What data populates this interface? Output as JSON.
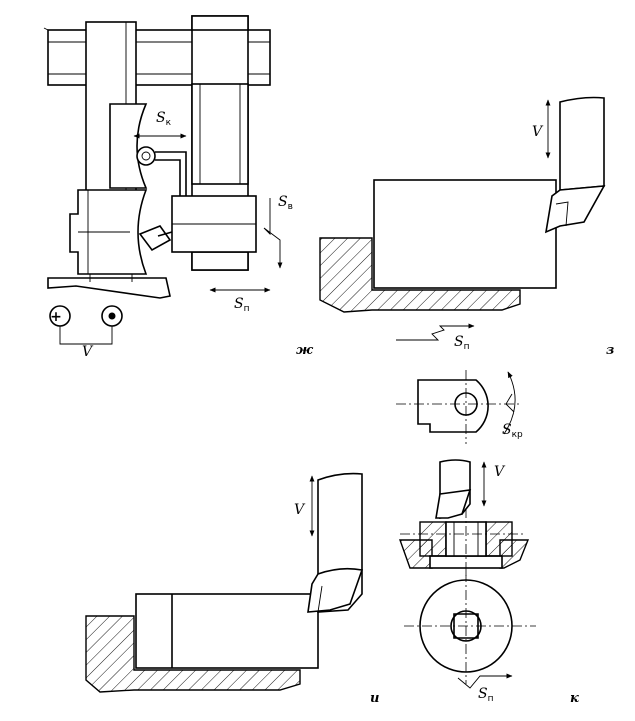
{
  "figures": {
    "zh": {
      "tag": "ж",
      "v": "V",
      "plus": "+",
      "sk": "S",
      "sk_sub": "к",
      "sv": "S",
      "sv_sub": "в",
      "sp": "S",
      "sp_sub": "п"
    },
    "z": {
      "tag": "з",
      "v": "V",
      "sp": "S",
      "sp_sub": "п",
      "skr": "S",
      "skr_sub": "кр"
    },
    "i": {
      "tag": "и",
      "v": "V"
    },
    "k": {
      "tag": "к",
      "v": "V",
      "sp": "S",
      "sp_sub": "п"
    }
  }
}
